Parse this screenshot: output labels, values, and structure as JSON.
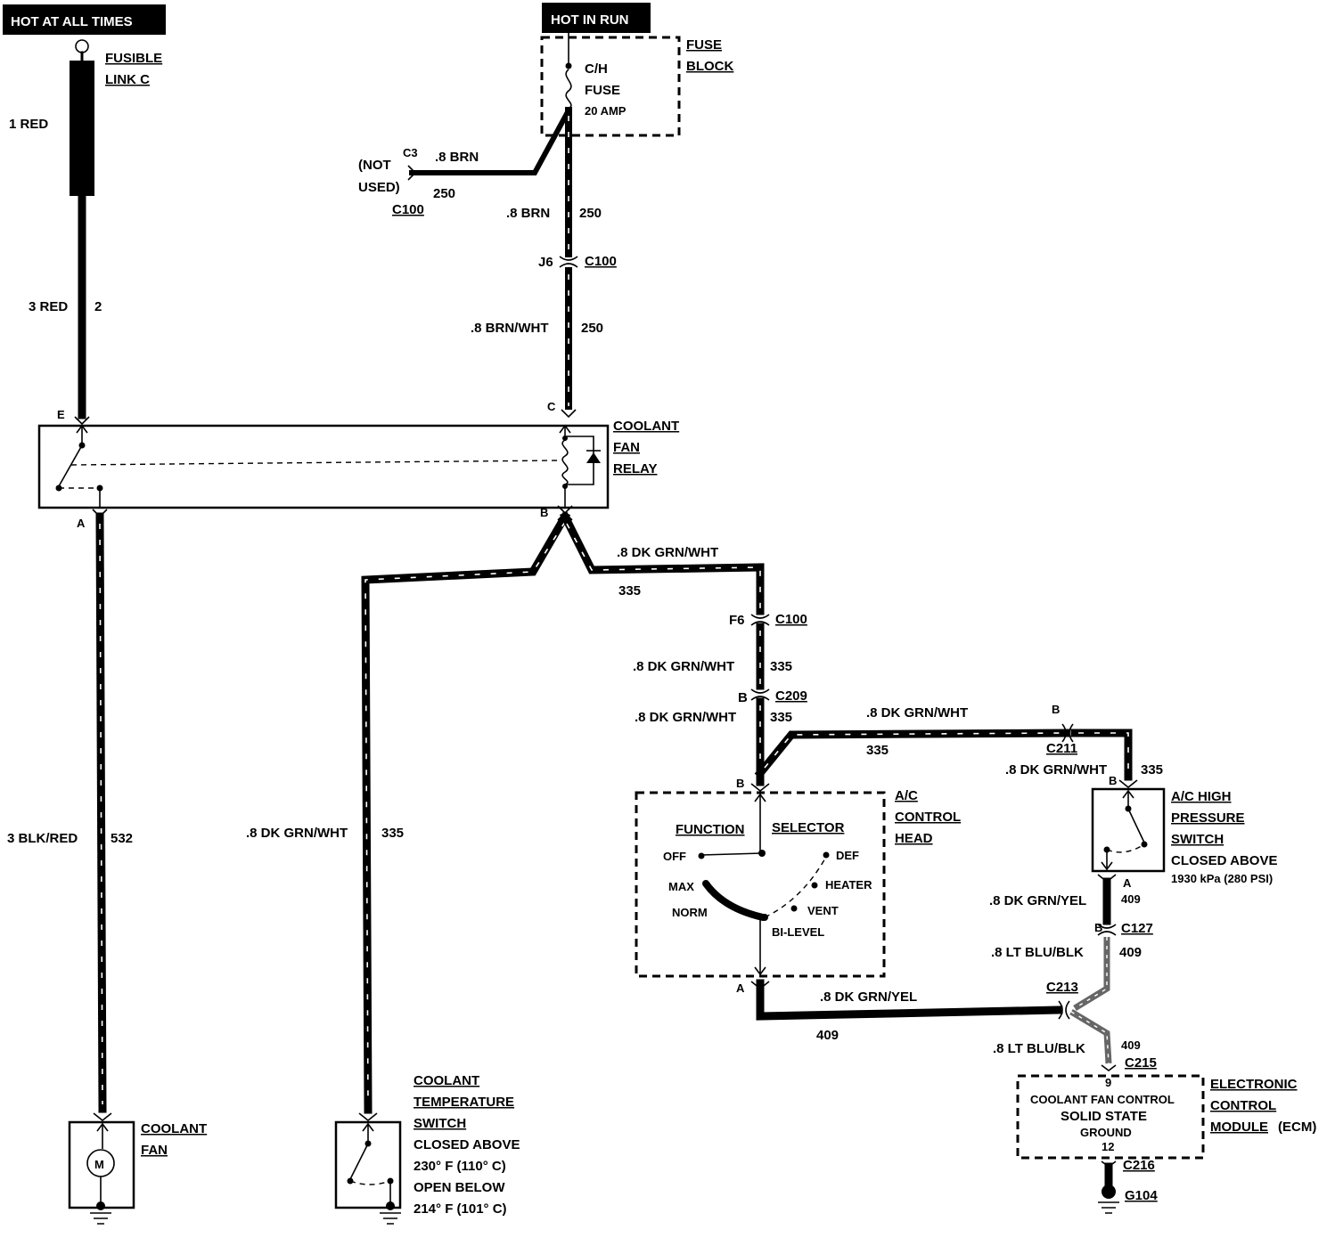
{
  "labels": {
    "hot_at_all_times": "HOT AT ALL TIMES",
    "hot_in_run": "HOT IN RUN",
    "fusible_link_1": "FUSIBLE",
    "fusible_link_2": "LINK C",
    "fuse_block_1": "FUSE",
    "fuse_block_2": "BLOCK",
    "ch_fuse_1": "C/H",
    "ch_fuse_2": "FUSE",
    "ch_fuse_3": "20 AMP",
    "red_1": "1 RED",
    "red_3": "3 RED",
    "circuit_2": "2",
    "c3": "C3",
    "not_used_1": "(NOT",
    "not_used_2": "USED)",
    "brn_08_a": ".8 BRN",
    "c250_a": "250",
    "c100_a": "C100",
    "brn_08_b": ".8 BRN",
    "c250_b": "250",
    "j6": "J6",
    "c100_b": "C100",
    "brn_wht": ".8 BRN/WHT",
    "c250_c": "250",
    "pin_e": "E",
    "pin_c": "C",
    "relay_1": "COOLANT",
    "relay_2": "FAN",
    "relay_3": "RELAY",
    "pin_a_relay": "A",
    "pin_b_relay": "B",
    "dkgrnwht_1": ".8 DK GRN/WHT",
    "c335_1": "335",
    "f6": "F6",
    "c100_c": "C100",
    "dkgrnwht_2": ".8 DK GRN/WHT",
    "c335_2": "335",
    "pin_b_c209": "B",
    "c209": "C209",
    "dkgrnwht_3": ".8 DK GRN/WHT",
    "c335_3": "335",
    "dkgrnwht_4": ".8 DK GRN/WHT",
    "c335_4": "335",
    "pin_b_c211": "B",
    "c211": "C211",
    "dkgrnwht_5": ".8 DK GRN/WHT",
    "c335_5": "335",
    "blkred": "3 BLK/RED",
    "c532": "532",
    "dkgrnwht_6": ".8 DK GRN/WHT",
    "c335_6": "335",
    "pin_b_head": "B",
    "ac_head_1": "A/C",
    "ac_head_2": "CONTROL",
    "ac_head_3": "HEAD",
    "function": "FUNCTION",
    "selector": "SELECTOR",
    "off": "OFF",
    "def": "DEF",
    "max": "MAX",
    "heater": "HEATER",
    "norm": "NORM",
    "vent": "VENT",
    "bilevel": "BI-LEVEL",
    "pin_a_head": "A",
    "pin_b_hps": "B",
    "hps_1": "A/C HIGH",
    "hps_2": "PRESSURE",
    "hps_3": "SWITCH",
    "hps_4": "CLOSED ABOVE",
    "hps_5": "1930 kPa (280 PSI)",
    "pin_a_hps": "A",
    "c409_1": "409",
    "dkgrnyel_1": ".8 DK GRN/YEL",
    "pin_b_c127": "B",
    "c127": "C127",
    "ltblublk_1": ".8 LT BLU/BLK",
    "c409_2": "409",
    "c213": "C213",
    "dkgrnyel_2": ".8 DK GRN/YEL",
    "c409_3": "409",
    "ltblublk_2": ".8 LT BLU/BLK",
    "c409_4": "409",
    "c215": "C215",
    "pin_9": "9",
    "ecm_inner_1": "COOLANT FAN CONTROL",
    "ecm_inner_2": "SOLID STATE",
    "ecm_inner_3": "GROUND",
    "pin_12": "12",
    "ecm_1": "ELECTRONIC",
    "ecm_2": "CONTROL",
    "ecm_3": "MODULE",
    "ecm_4": "(ECM)",
    "c216": "C216",
    "g104": "G104",
    "fan_1": "COOLANT",
    "fan_2": "FAN",
    "motor": "M",
    "cts_1": "COOLANT",
    "cts_2": "TEMPERATURE",
    "cts_3": "SWITCH",
    "cts_4": "CLOSED ABOVE",
    "cts_5": "230° F (110° C)",
    "cts_6": "OPEN BELOW",
    "cts_7": "214° F (101° C)"
  }
}
